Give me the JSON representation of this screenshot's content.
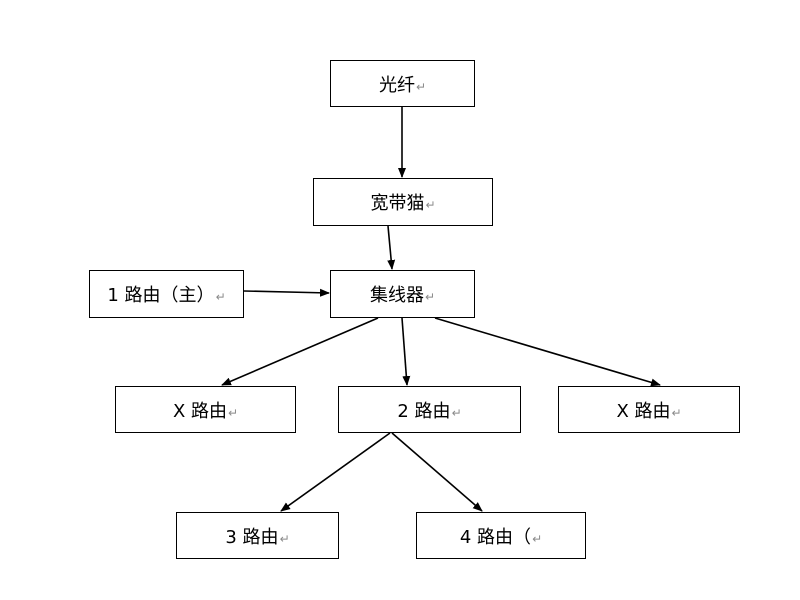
{
  "nodes": {
    "fiber": {
      "label": "光纤",
      "mark": "↵"
    },
    "modem": {
      "label": "宽带猫",
      "mark": "↵"
    },
    "router1": {
      "label": "1 路由（主）",
      "mark": "↵"
    },
    "hub": {
      "label": "集线器",
      "mark": "↵"
    },
    "routerXLeft": {
      "label": "X 路由",
      "mark": "↵"
    },
    "router2": {
      "label": "2 路由",
      "mark": "↵"
    },
    "routerXRight": {
      "label": "X 路由",
      "mark": "↵"
    },
    "router3": {
      "label": "3 路由",
      "mark": "↵"
    },
    "router4": {
      "label": "4 路由（",
      "mark": "↵"
    }
  },
  "colors": {
    "line": "#000000",
    "paragraph_mark": "#8a8a8a"
  }
}
